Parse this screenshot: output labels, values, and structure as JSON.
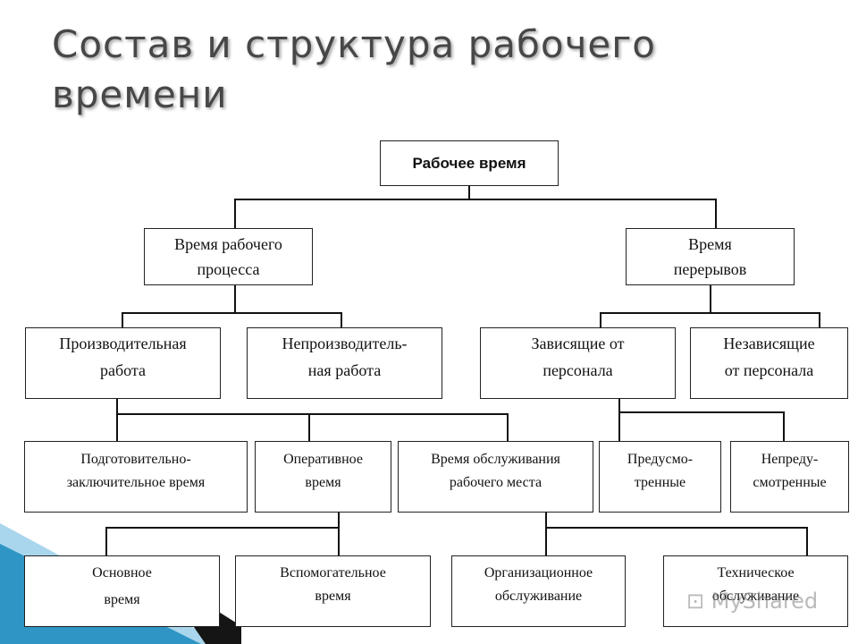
{
  "slide": {
    "title": "Состав и структура рабочего\nвремени"
  },
  "diagram": {
    "root": "Рабочее время",
    "level1": {
      "process": "Время рабочего\nпроцесса",
      "breaks": "Время\nперерывов"
    },
    "level2": {
      "productive": "Производительная\nработа",
      "unproductive": "Непроизводитель-\nная работа",
      "personnel_dependent": "Зависящие от\nперсонала",
      "personnel_independent": "Независящие\nот персонала"
    },
    "level3": {
      "preparatory": "Подготовительно-\nзаключительное время",
      "operative": "Оперативное\nвремя",
      "workplace_service": "Время обслуживания\nрабочего места",
      "scheduled": "Предусмо-\nтренные",
      "unscheduled": "Непреду-\nсмотренные"
    },
    "level4": {
      "main_time": "Основное\nвремя",
      "auxiliary_time": "Вспомогательное\nвремя",
      "organizational_service": "Организационное\nобслуживание",
      "technical_service": "Техническое\nобслуживание"
    }
  },
  "watermark": "MyShared",
  "colors": {
    "decor_blue": "#2e95c4",
    "decor_light": "#a9d6ec",
    "decor_dark": "#151515"
  }
}
